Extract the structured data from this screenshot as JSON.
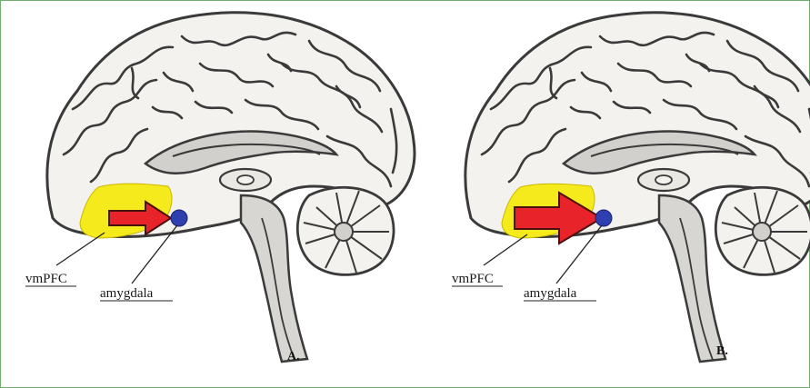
{
  "panels": [
    {
      "id": "A",
      "letter": "A.",
      "label_vmpfc": "vmPFC",
      "label_amygdala": "amygdala",
      "arrow_size": "small"
    },
    {
      "id": "B",
      "letter": "B.",
      "label_vmpfc": "vmPFC",
      "label_amygdala": "amygdala",
      "arrow_size": "large"
    }
  ],
  "colors": {
    "vmpfc_highlight": "#f5ea1c",
    "amygdala": "#2e3fb0",
    "arrow_fill": "#e8232a",
    "arrow_stroke": "#4a1010",
    "brain_fill": "#f4f2ee",
    "brain_outline": "#3a3a3a",
    "inner_grey": "#d2d0cc",
    "frame": "#6fae6f"
  }
}
